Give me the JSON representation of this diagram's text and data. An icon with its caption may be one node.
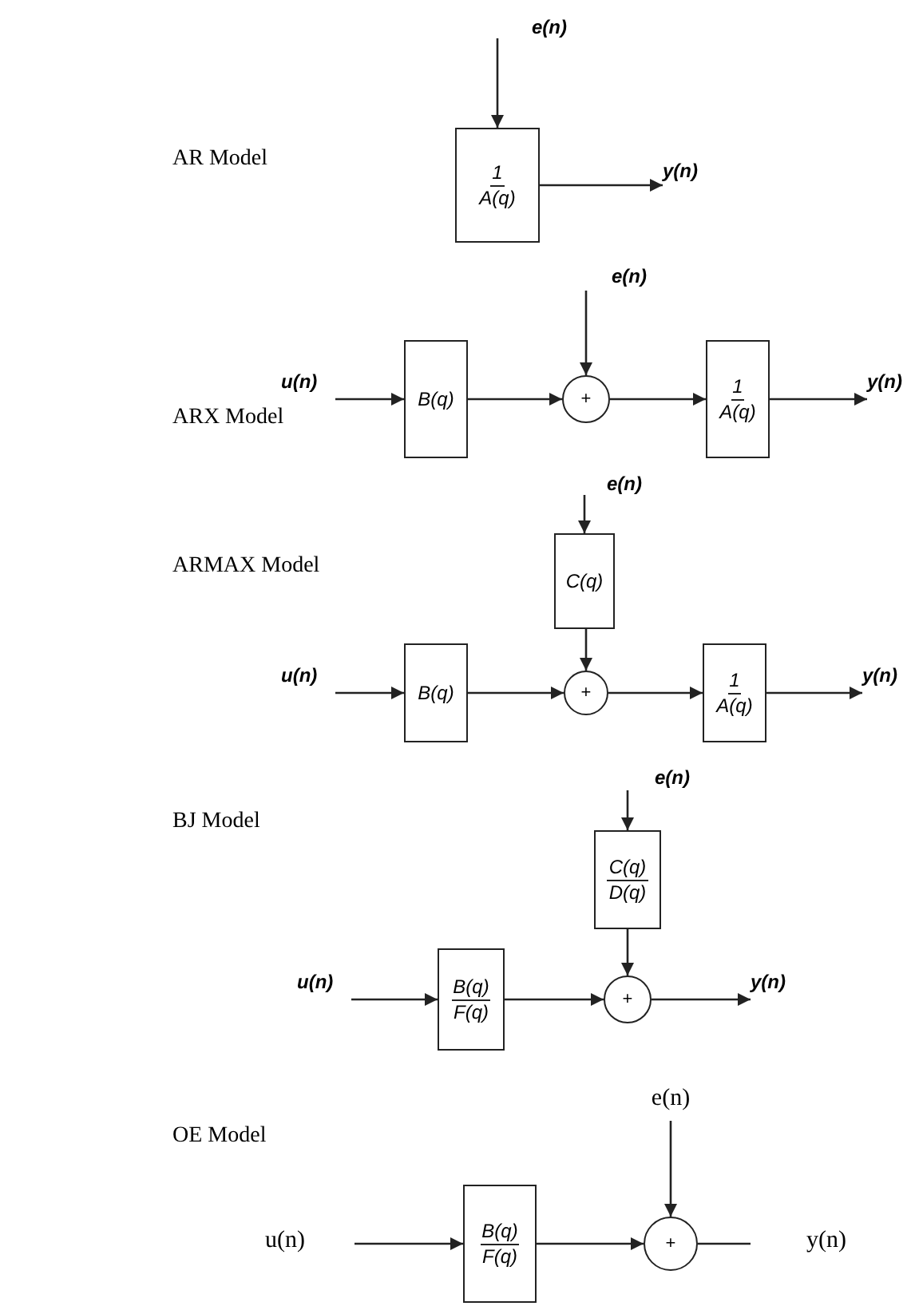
{
  "diagram": {
    "nodes": [
      {
        "text": [
          "e(n)"
        ]
      },
      {
        "text": [
          "1",
          "A(q)"
        ]
      },
      {
        "text": [
          "y(n)"
        ]
      },
      {
        "text": [
          "e(n)"
        ]
      },
      {
        "text": [
          "u(n)"
        ]
      },
      {
        "text": [
          "B(q)"
        ]
      },
      {
        "text": [
          "+"
        ]
      },
      {
        "text": [
          "1",
          "A(q)"
        ]
      },
      {
        "text": [
          "y(n)"
        ]
      },
      {
        "text": [
          "e(n)"
        ]
      },
      {
        "text": [
          "C(q)"
        ]
      },
      {
        "text": [
          "u(n)"
        ]
      },
      {
        "text": [
          "B(q)"
        ]
      },
      {
        "text": [
          "+"
        ]
      },
      {
        "text": [
          "1",
          "A(q)"
        ]
      },
      {
        "text": [
          "y(n)"
        ]
      },
      {
        "text": [
          "e(n)"
        ]
      },
      {
        "text": [
          "C(q)",
          "D(q)"
        ]
      },
      {
        "text": [
          "u(n)"
        ]
      },
      {
        "text": [
          "B(q)",
          "F(q)"
        ]
      },
      {
        "text": [
          "+"
        ]
      },
      {
        "text": [
          "y(n)"
        ]
      },
      {
        "text": [
          "e(n)"
        ]
      },
      {
        "text": [
          "u(n)"
        ]
      },
      {
        "text": [
          "B(q)",
          "F(q)"
        ]
      },
      {
        "text": [
          "+"
        ]
      },
      {
        "text": [
          "y(n)"
        ]
      }
    ],
    "edges": [
      {
        "from": 0,
        "to": 1,
        "arrow": "to"
      },
      {
        "from": 1,
        "to": 2,
        "arrow": "to"
      },
      {
        "from": 4,
        "to": 5,
        "arrow": "to"
      },
      {
        "from": 5,
        "to": 6,
        "arrow": "to"
      },
      {
        "from": 3,
        "to": 6,
        "arrow": "to"
      },
      {
        "from": 6,
        "to": 7,
        "arrow": "to"
      },
      {
        "from": 7,
        "to": 8,
        "arrow": "to"
      },
      {
        "from": 9,
        "to": 10,
        "arrow": "to"
      },
      {
        "from": 10,
        "to": 13,
        "arrow": "to"
      },
      {
        "from": 11,
        "to": 12,
        "arrow": "to"
      },
      {
        "from": 12,
        "to": 13,
        "arrow": "to"
      },
      {
        "from": 13,
        "to": 14,
        "arrow": "to"
      },
      {
        "from": 14,
        "to": 15,
        "arrow": "to"
      },
      {
        "from": 16,
        "to": 17,
        "arrow": "to"
      },
      {
        "from": 17,
        "to": 20,
        "arrow": "to"
      },
      {
        "from": 18,
        "to": 19,
        "arrow": "to"
      },
      {
        "from": 19,
        "to": 20,
        "arrow": "to"
      },
      {
        "from": 20,
        "to": 21,
        "arrow": "to"
      },
      {
        "from": 23,
        "to": 24,
        "arrow": "to"
      },
      {
        "from": 24,
        "to": 25,
        "arrow": "to"
      },
      {
        "from": 22,
        "to": 25,
        "arrow": "to"
      },
      {
        "from": 25,
        "to": 26,
        "arrow": "none"
      }
    ],
    "labels": [
      "AR Model",
      "ARX Model",
      "ARMAX Model",
      "BJ Model",
      "OE Model"
    ]
  }
}
